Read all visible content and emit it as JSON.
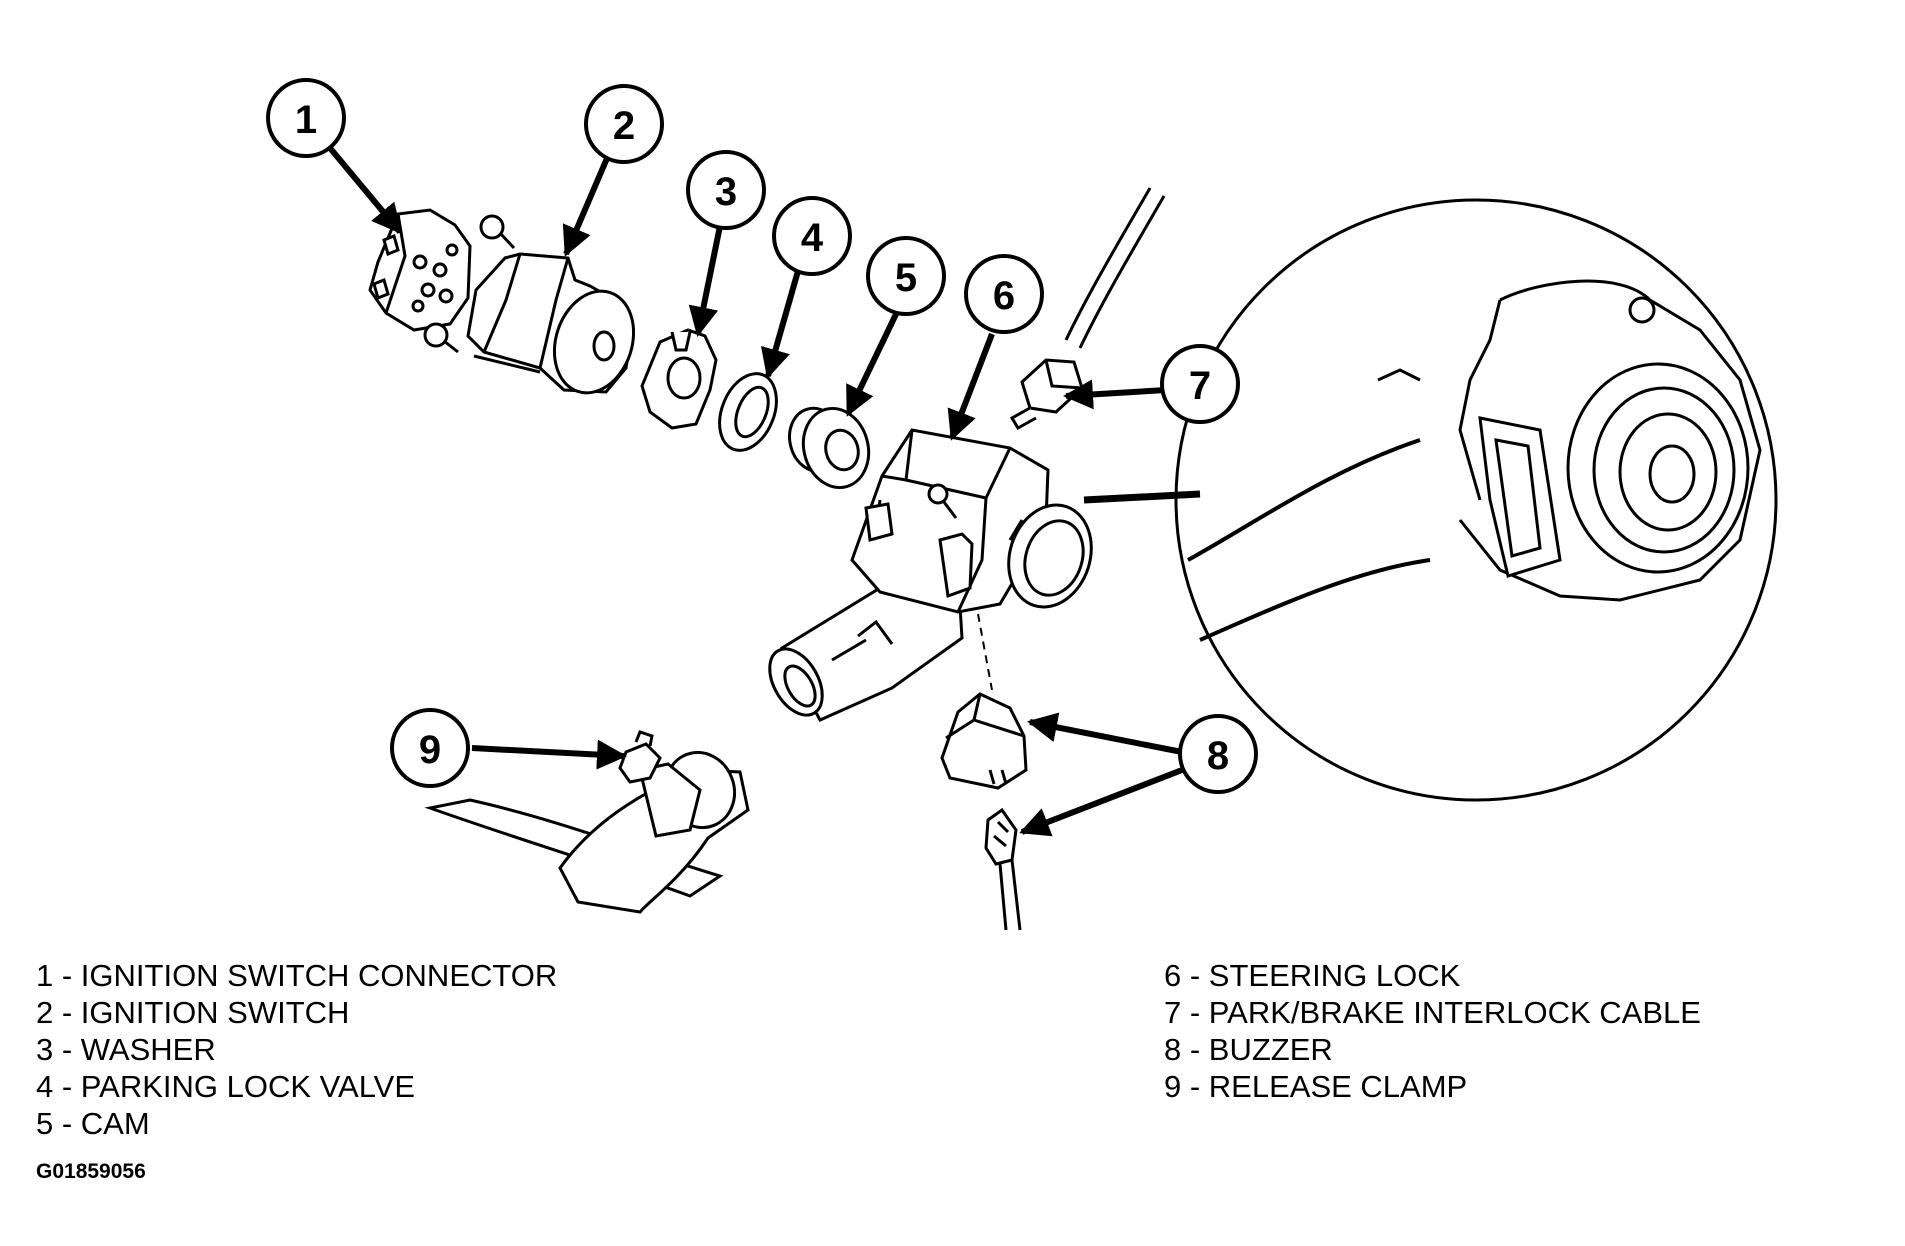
{
  "callouts": {
    "c1": "1",
    "c2": "2",
    "c3": "3",
    "c4": "4",
    "c5": "5",
    "c6": "6",
    "c7": "7",
    "c8": "8",
    "c9": "9"
  },
  "legend": {
    "left": [
      "1 - IGNITION SWITCH CONNECTOR",
      "2 - IGNITION SWITCH",
      "3 - WASHER",
      "4 - PARKING LOCK VALVE",
      "5 - CAM"
    ],
    "right": [
      "6 - STEERING LOCK",
      "7 - PARK/BRAKE INTERLOCK CABLE",
      "8 - BUZZER",
      "9 - RELEASE CLAMP"
    ]
  },
  "figure_id": "G01859056"
}
